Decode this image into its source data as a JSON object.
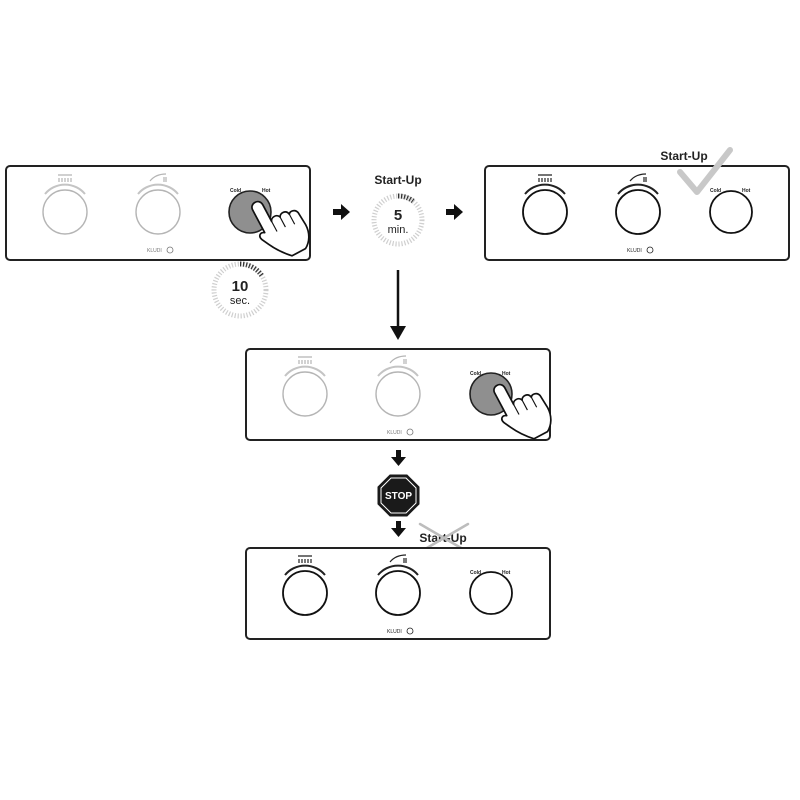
{
  "labels": {
    "cold": "Cold",
    "hot": "Hot",
    "brand": "KLUDI",
    "startup_title": "Start-Up",
    "stop_sign": "STOP"
  },
  "timers": {
    "press": {
      "value": "10",
      "unit": "sec."
    },
    "startup": {
      "value": "5",
      "unit": "min."
    }
  },
  "icons": [
    "shower-icon",
    "spout-icon",
    "hand-press-icon",
    "checkmark-icon",
    "cross-icon",
    "stop-sign-icon",
    "arrow-icon"
  ],
  "colors": {
    "outline": "#222222",
    "faded": "#b5b5b5",
    "pressed_knob": "#8f8f8f",
    "stop_sign": "#1a1a1a"
  }
}
